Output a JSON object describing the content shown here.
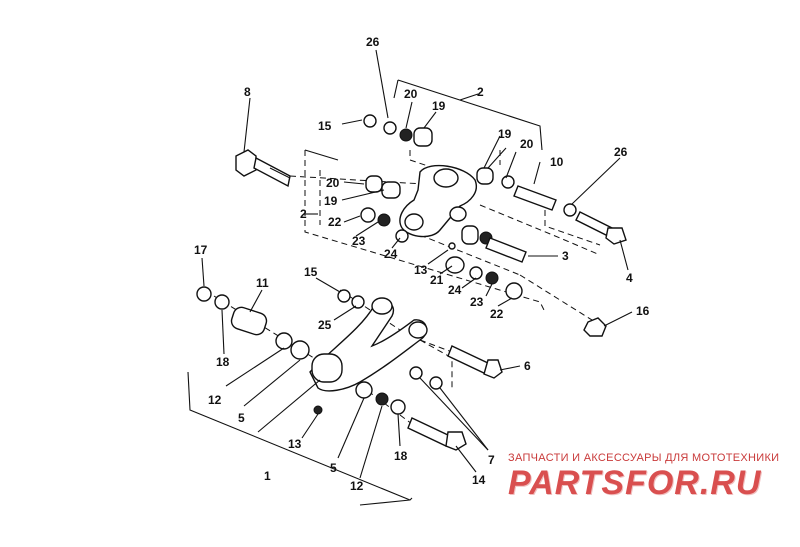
{
  "callouts": {
    "c26a": "26",
    "c2a": "2",
    "c20a": "20",
    "c19a": "19",
    "c15a": "15",
    "c8": "8",
    "c19b": "19",
    "c20b": "20",
    "c10": "10",
    "c26b": "26",
    "c20c": "20",
    "c19c": "19",
    "c2b": "2",
    "c22a": "22",
    "c23a": "23",
    "c24a": "24",
    "c13a": "13",
    "c21": "21",
    "c3": "3",
    "c4": "4",
    "c24b": "24",
    "c23b": "23",
    "c22b": "22",
    "c16": "16",
    "c17": "17",
    "c11": "11",
    "c15b": "15",
    "c25": "25",
    "c18a": "18",
    "c12a": "12",
    "c5a": "5",
    "c6": "6",
    "c13b": "13",
    "c1": "1",
    "c5b": "5",
    "c12b": "12",
    "c18b": "18",
    "c7": "7",
    "c14": "14"
  },
  "watermark": {
    "tagline": "ЗАПЧАСТИ И АКСЕССУАРЫ ДЛЯ МОТОТЕХНИКИ",
    "logo": "PARTSFOR.RU"
  }
}
